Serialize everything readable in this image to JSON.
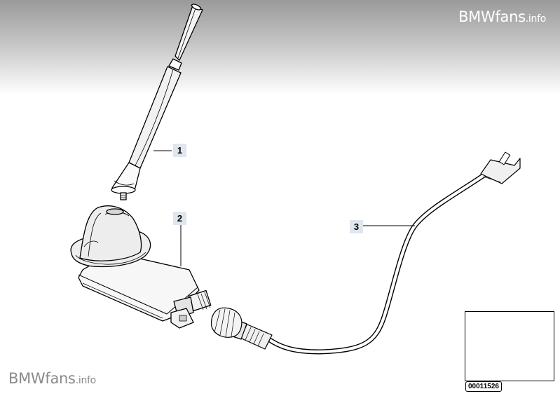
{
  "watermark": {
    "top_main": "BMWfans",
    "top_suffix": ".info",
    "bottom_main": "BMWfans",
    "bottom_suffix": ".info"
  },
  "callouts": [
    {
      "id": "1",
      "part": "rod-antenna"
    },
    {
      "id": "2",
      "part": "antenna-base-amplifier"
    },
    {
      "id": "3",
      "part": "antenna-cable"
    }
  ],
  "reference_number": "00011526",
  "colors": {
    "callout_bg": "#dfe6ee",
    "header_gradient_top": "#9a9a9a",
    "line": "#000000"
  }
}
